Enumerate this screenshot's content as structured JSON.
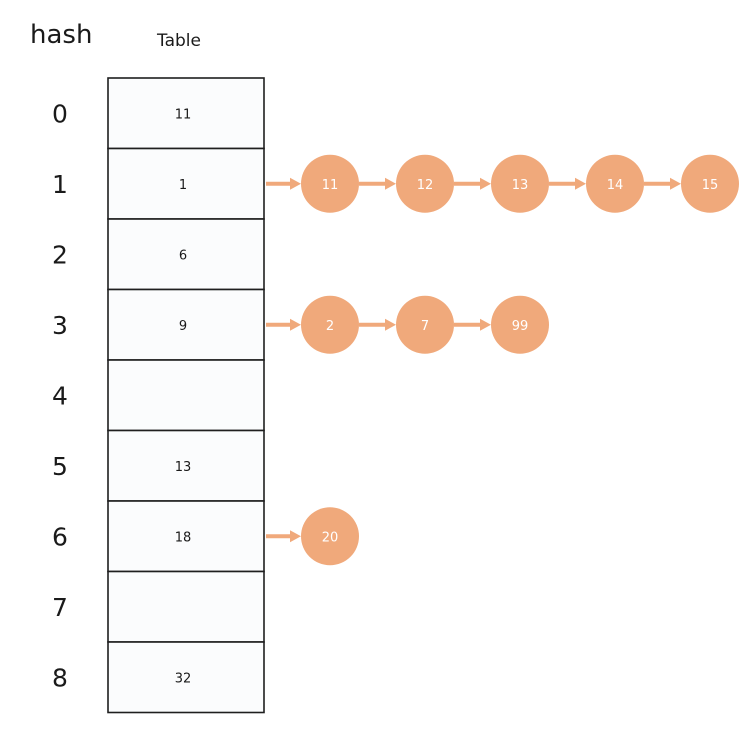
{
  "headers": {
    "hash": "hash",
    "table": "Table"
  },
  "rows": [
    {
      "index": "0",
      "value": "11",
      "chain": []
    },
    {
      "index": "1",
      "value": "1",
      "chain": [
        "11",
        "12",
        "13",
        "14",
        "15"
      ]
    },
    {
      "index": "2",
      "value": "6",
      "chain": []
    },
    {
      "index": "3",
      "value": "9",
      "chain": [
        "2",
        "7",
        "99"
      ]
    },
    {
      "index": "4",
      "value": "",
      "chain": []
    },
    {
      "index": "5",
      "value": "13",
      "chain": []
    },
    {
      "index": "6",
      "value": "18",
      "chain": [
        "20"
      ]
    },
    {
      "index": "7",
      "value": "",
      "chain": []
    },
    {
      "index": "8",
      "value": "32",
      "chain": []
    }
  ],
  "colors": {
    "node_fill": "#f0a97b",
    "node_text": "#ffffff",
    "cell_fill": "#fbfcfd",
    "cell_border": "#1f1f1f"
  }
}
